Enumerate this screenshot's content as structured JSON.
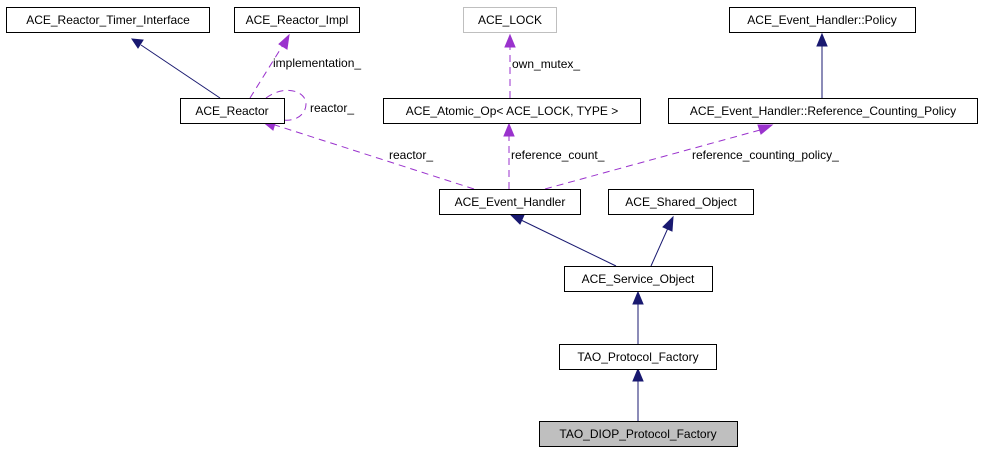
{
  "nodes": {
    "timer_interface": "ACE_Reactor_Timer_Interface",
    "reactor_impl": "ACE_Reactor_Impl",
    "ace_lock": "ACE_LOCK",
    "policy": "ACE_Event_Handler::Policy",
    "reactor": "ACE_Reactor",
    "atomic_op": "ACE_Atomic_Op< ACE_LOCK, TYPE >",
    "ref_counting_policy": "ACE_Event_Handler::Reference_Counting_Policy",
    "event_handler": "ACE_Event_Handler",
    "shared_object": "ACE_Shared_Object",
    "service_object": "ACE_Service_Object",
    "protocol_factory": "TAO_Protocol_Factory",
    "diop_protocol_factory": "TAO_DIOP_Protocol_Factory"
  },
  "edge_labels": {
    "implementation": "implementation_",
    "reactor_self": "reactor_",
    "own_mutex": "own_mutex_",
    "reactor": "reactor_",
    "reference_count": "reference_count_",
    "reference_counting_policy": "reference_counting_policy_"
  },
  "colors": {
    "inheritance_edge": "#191970",
    "usage_edge": "#9a32cd",
    "focus_node_fill": "#bfbfbf",
    "undocumented_node_border": "#bfbfbf"
  }
}
